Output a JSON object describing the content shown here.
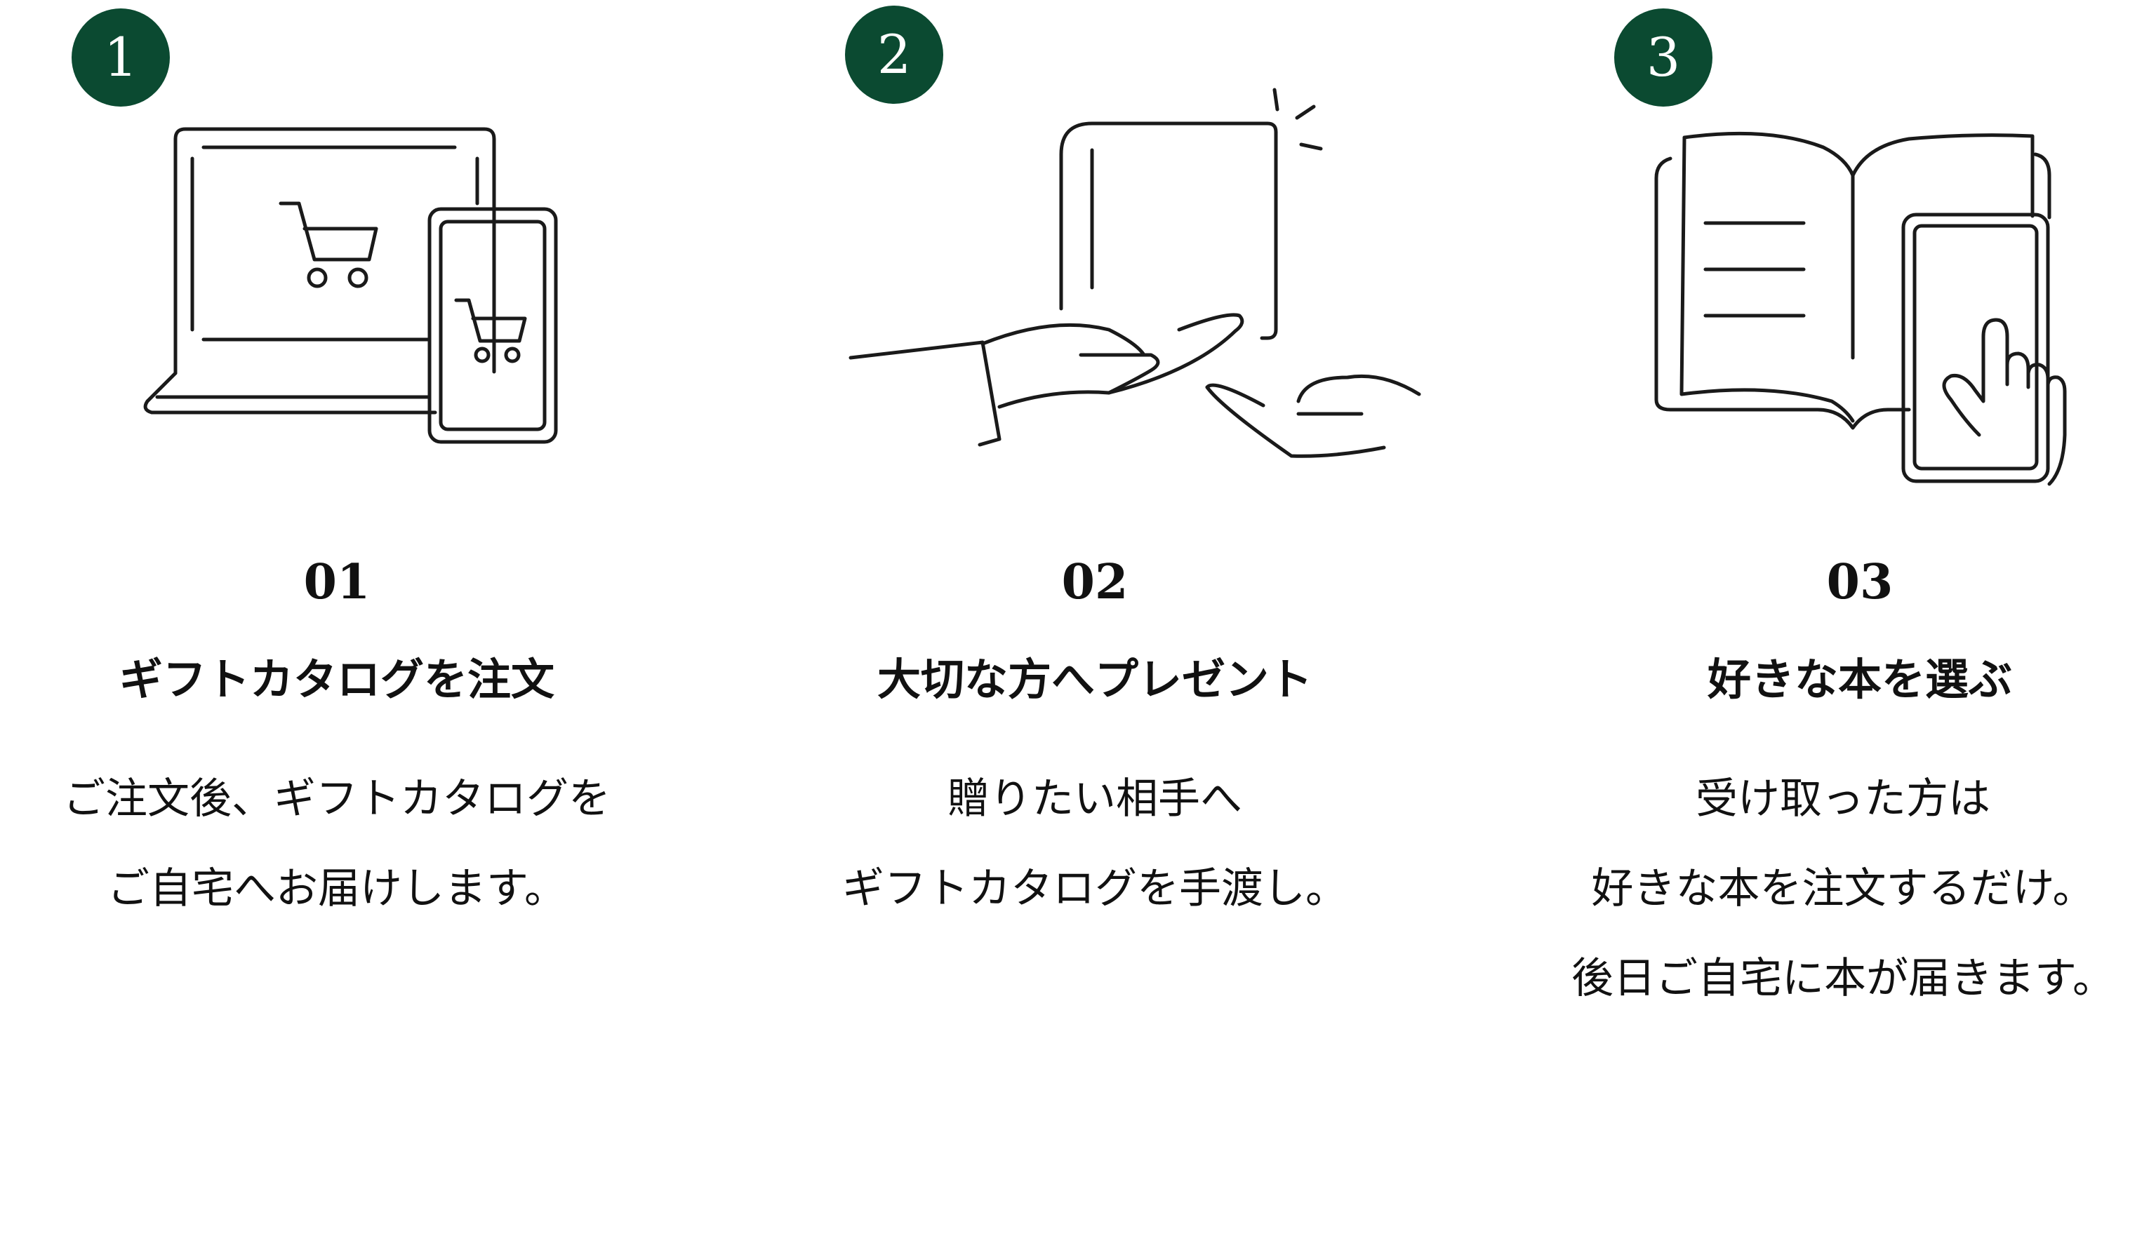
{
  "steps": [
    {
      "badge": "1",
      "number": "01",
      "title": "ギフトカタログを注文",
      "desc": [
        "ご注文後、ギフトカタログを",
        "ご自宅へお届けします。"
      ],
      "icon": "laptop-phone-cart-icon"
    },
    {
      "badge": "2",
      "number": "02",
      "title": "大切な方へプレゼント",
      "desc": [
        "贈りたい相手へ",
        "ギフトカタログを手渡し。"
      ],
      "icon": "hands-giving-catalog-icon"
    },
    {
      "badge": "3",
      "number": "03",
      "title": "好きな本を選ぶ",
      "desc": [
        "受け取った方は",
        "好きな本を注文するだけ。",
        "後日ご自宅に本が届きます。"
      ],
      "icon": "book-phone-tap-icon"
    }
  ],
  "colors": {
    "badge_bg": "#0b4a31",
    "badge_text": "#ffffff",
    "text": "#111111",
    "line_art": "#1a1a1a"
  }
}
